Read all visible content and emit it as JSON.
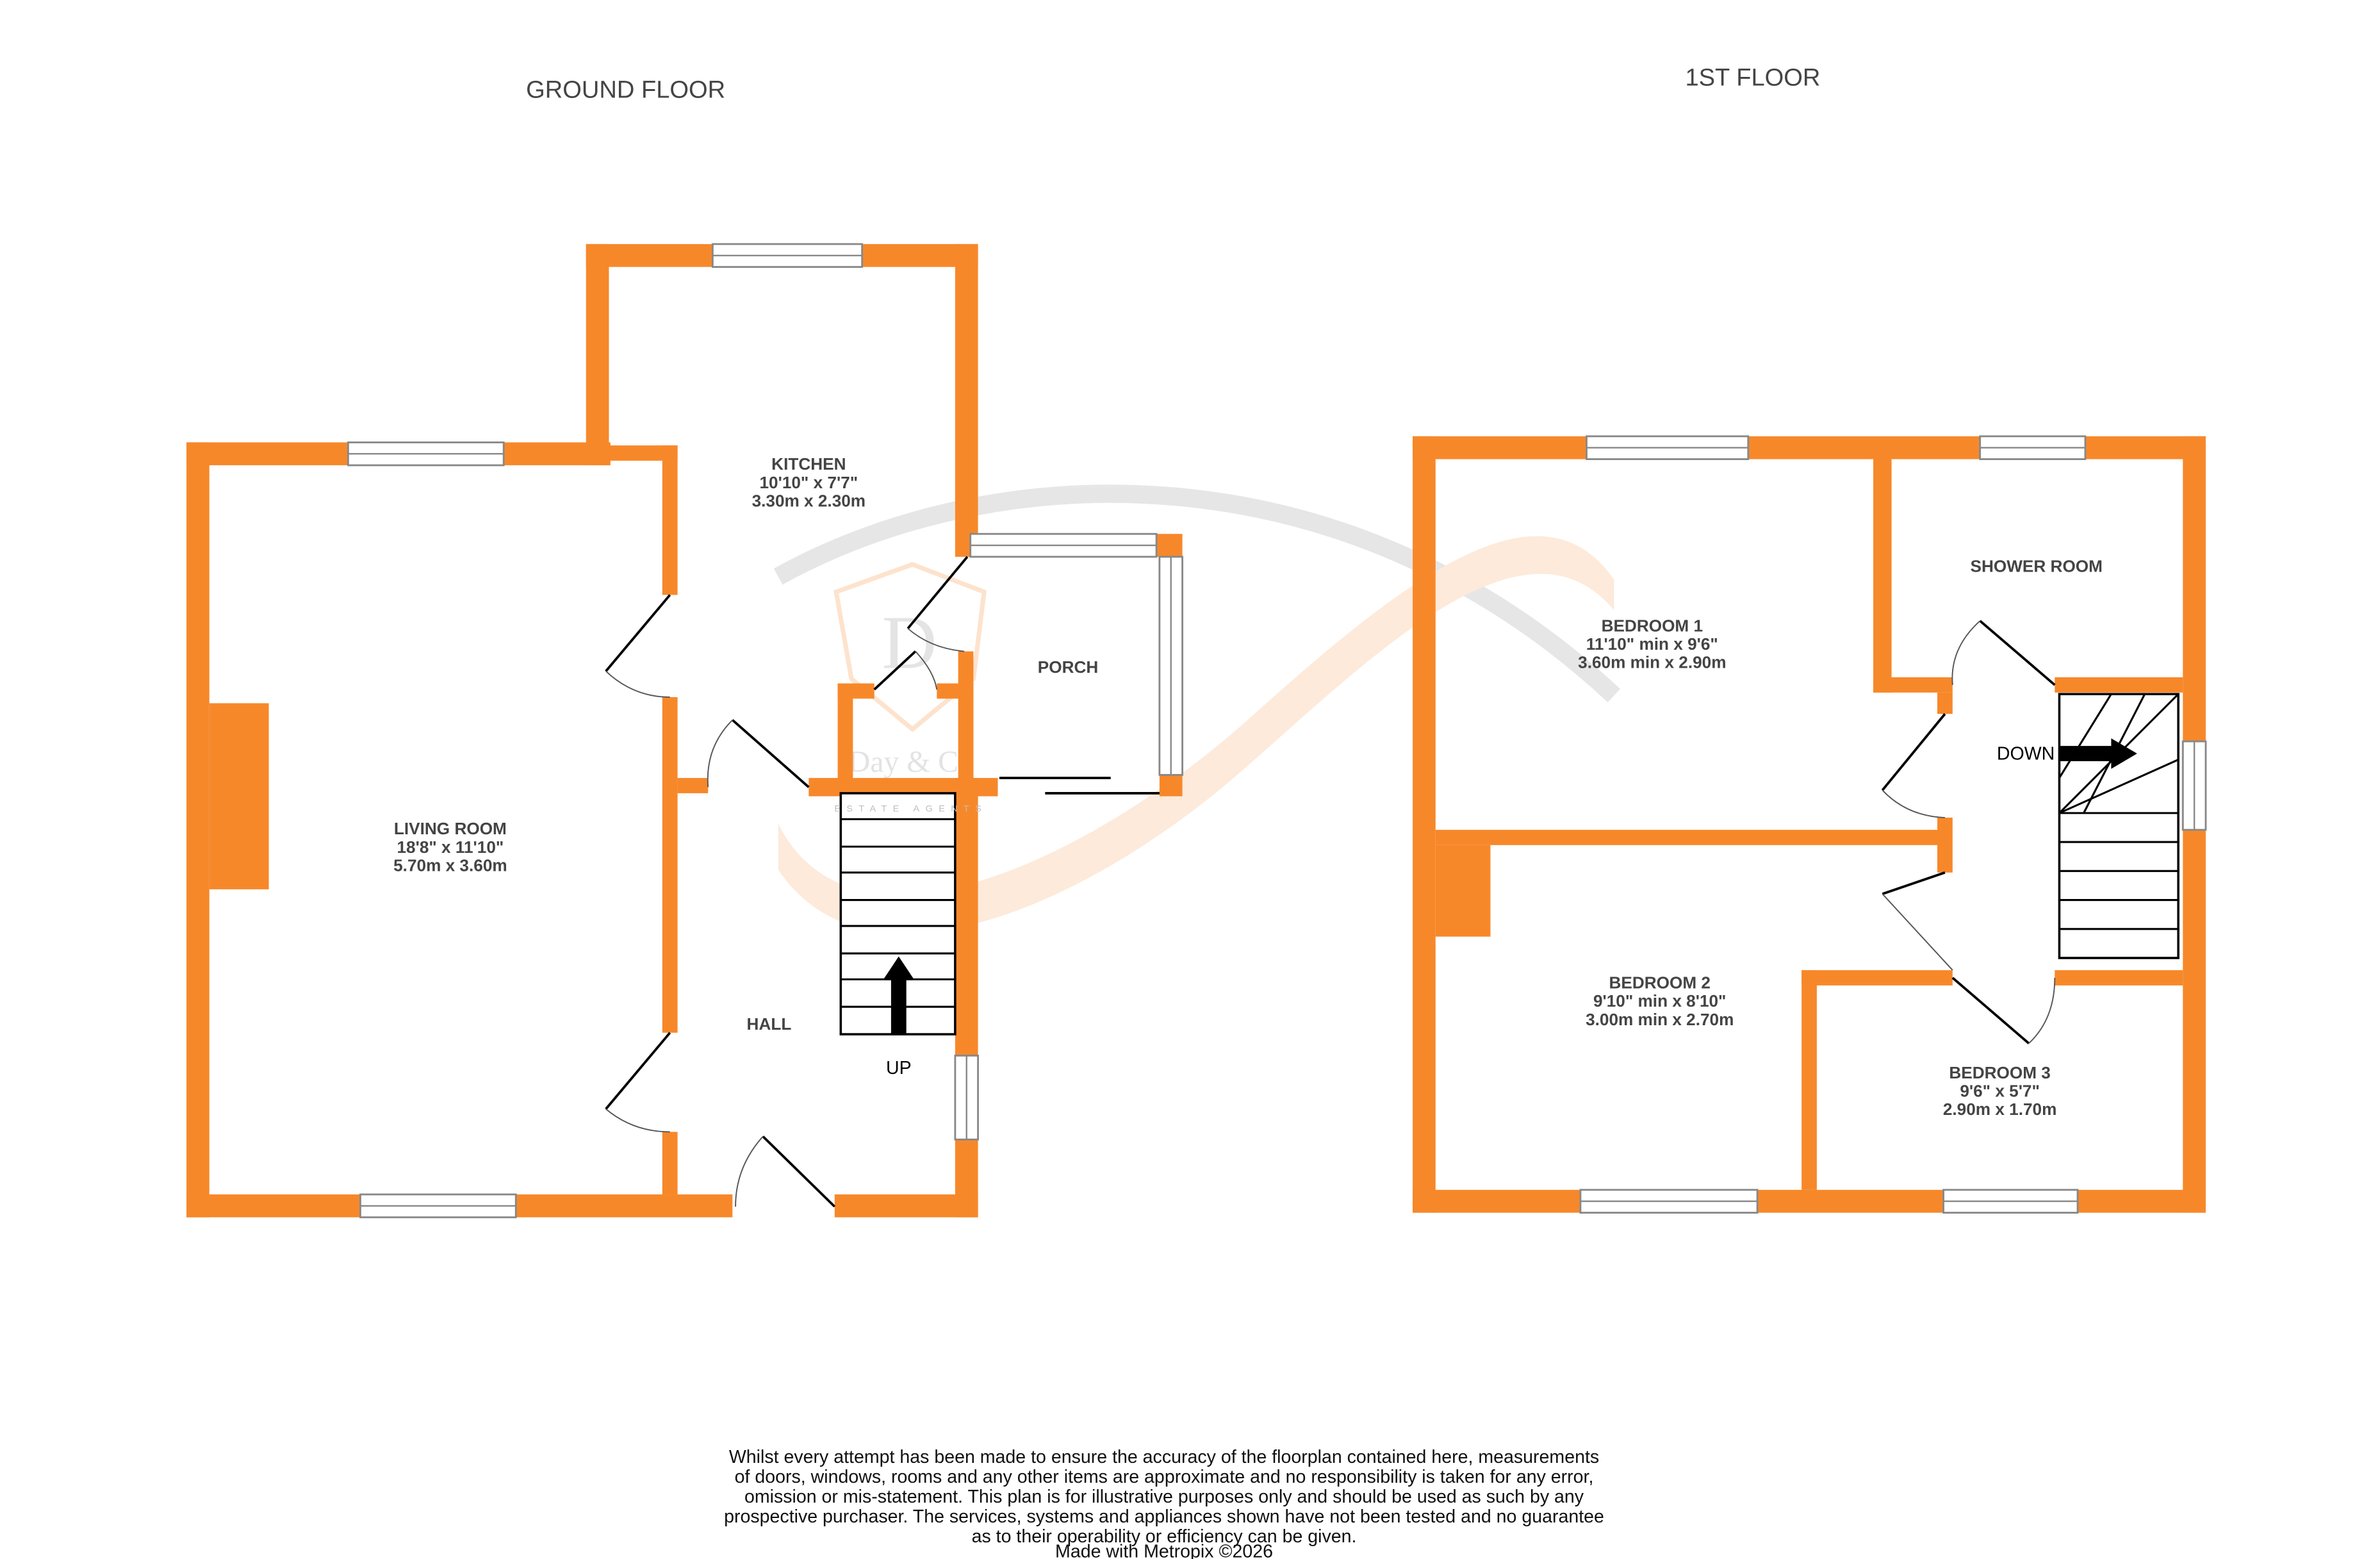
{
  "floors": {
    "ground": {
      "title": "GROUND FLOOR",
      "stairs_label": "UP",
      "rooms": {
        "kitchen": {
          "name": "KITCHEN",
          "imperial": "10'10\"  x 7'7\"",
          "metric": "3.30m  x 2.30m"
        },
        "living": {
          "name": "LIVING ROOM",
          "imperial": "18'8\"  x 11'10\"",
          "metric": "5.70m  x 3.60m"
        },
        "porch": {
          "name": "PORCH"
        },
        "hall": {
          "name": "HALL"
        }
      }
    },
    "first": {
      "title": "1ST FLOOR",
      "stairs_label": "DOWN",
      "rooms": {
        "bedroom1": {
          "name": "BEDROOM 1",
          "imperial": "11'10\" min x 9'6\"",
          "metric": "3.60m min x 2.90m"
        },
        "shower": {
          "name": "SHOWER ROOM"
        },
        "bedroom2": {
          "name": "BEDROOM 2",
          "imperial": "9'10\" min x 8'10\"",
          "metric": "3.00m min x 2.70m"
        },
        "bedroom3": {
          "name": "BEDROOM 3",
          "imperial": "9'6\"  x 5'7\"",
          "metric": "2.90m  x 1.70m"
        }
      }
    }
  },
  "watermark": {
    "brand": "Day & Co",
    "tagline": "ESTATE AGENTS",
    "monogram": "D"
  },
  "colors": {
    "wall": "#f7882a",
    "text": "#444444"
  },
  "disclaimer": {
    "lines": [
      "Whilst every attempt has been made to ensure the accuracy of the floorplan contained here, measurements",
      "of doors, windows, rooms and any other items are approximate and no responsibility is taken for any error,",
      "omission or mis-statement. This plan is for illustrative purposes only and should be used as such by any",
      "prospective purchaser. The services, systems and appliances shown have not been tested and no guarantee",
      "as to their operability or efficiency can be given."
    ],
    "credit": "Made with Metropix ©2026"
  }
}
